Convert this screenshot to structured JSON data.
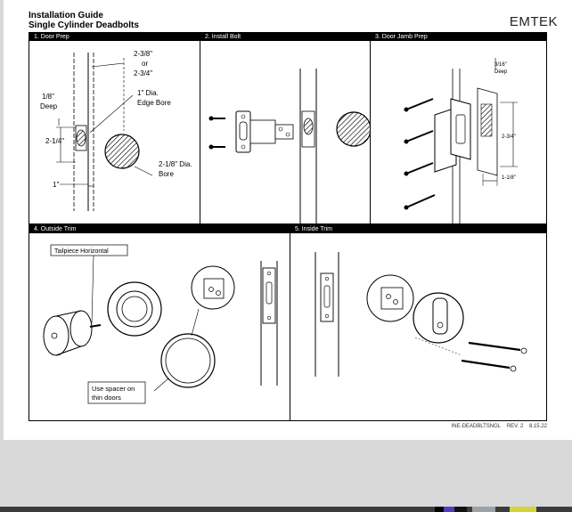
{
  "header": {
    "title": "Installation Guide",
    "subtitle": "Single Cylinder Deadbolts",
    "brand": "EMTEK"
  },
  "panels": [
    {
      "title": "1. Door Prep"
    },
    {
      "title": "2. Install Bolt"
    },
    {
      "title": "3. Door Jamb Prep"
    },
    {
      "title": "4. Outside Trim"
    },
    {
      "title": "5. Inside Trim"
    }
  ],
  "door_prep": {
    "backset_a": "2-3/8\"",
    "backset_or": "or",
    "backset_b": "2-3/4\"",
    "depth_1": "1/8\"",
    "depth_2": "Deep",
    "edge_bore_1": "1\" Dia.",
    "edge_bore_2": "Edge Bore",
    "height": "2-1/4\"",
    "bore_1": "2-1/8\" Dia.",
    "bore_2": "Bore",
    "thickness": "1\""
  },
  "jamb_prep": {
    "depth_1": "3/16\"",
    "depth_2": "Deep",
    "height": "2-3/4\"",
    "width": "1-1/8\""
  },
  "outside_trim": {
    "tailpiece": "Tailpiece Horizontal",
    "spacer_1": "Use spacer on",
    "spacer_2": "thin doors"
  },
  "footer": {
    "doc_id": "INE-DEADBLTSNGL",
    "revision": "REV. 2",
    "date": "8.15.22"
  }
}
